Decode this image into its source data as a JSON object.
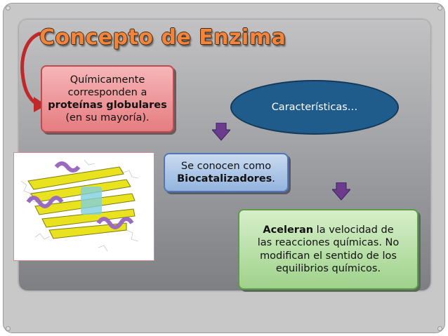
{
  "slide": {
    "title": "Concepto de Enzima",
    "box_red": {
      "line1": "Químicamente",
      "line2": "corresponden a",
      "line3_bold": "proteínas globulares",
      "line4": "(en su mayoría)."
    },
    "ellipse": {
      "text": "Características…"
    },
    "box_blue": {
      "line1": "Se conocen como",
      "line2_bold": "Biocatalizadores",
      "line2_suffix": "."
    },
    "box_green": {
      "bold": "Aceleran",
      "rest1": " la velocidad de",
      "line2": "las reacciones químicas. No",
      "line3": "modifican el sentido de los",
      "line4": "equilibrios químicos."
    },
    "protein_image": {
      "icon": "protein-structure-image"
    }
  },
  "colors": {
    "title": "#f4843a",
    "red_box": "#e67c80",
    "blue_box": "#94b4de",
    "green_box": "#9fd28b",
    "ellipse": "#1f5c8c",
    "arrow": "#6b3c8e",
    "curve_arrow": "#c0282a"
  }
}
